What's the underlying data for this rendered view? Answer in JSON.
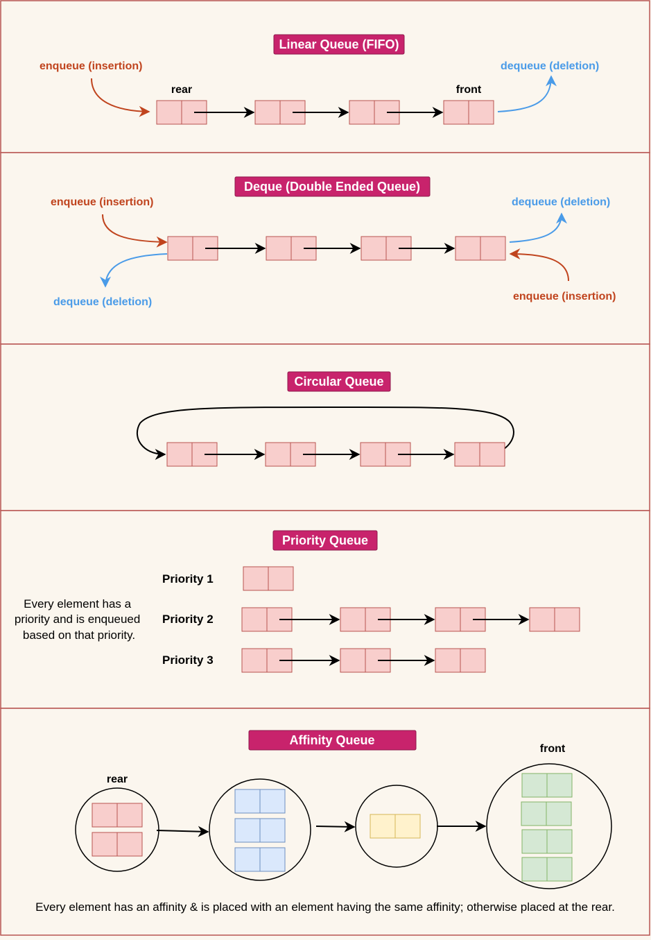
{
  "sections": {
    "linear": {
      "title": "Linear Queue (FIFO)",
      "enqueue_label": "enqueue (insertion)",
      "dequeue_label": "dequeue (deletion)",
      "rear_label": "rear",
      "front_label": "front"
    },
    "deque": {
      "title": "Deque (Double Ended Queue)",
      "enqueue_left_label": "enqueue (insertion)",
      "dequeue_right_label": "dequeue (deletion)",
      "dequeue_left_label": "dequeue (deletion)",
      "enqueue_right_label": "enqueue (insertion)"
    },
    "circular": {
      "title": "Circular Queue"
    },
    "priority": {
      "title": "Priority Queue",
      "rows": [
        "Priority 1",
        "Priority 2",
        "Priority 3"
      ],
      "description": [
        "Every element has a",
        "priority and is enqueued",
        "based on that priority."
      ]
    },
    "affinity": {
      "title": "Affinity Queue",
      "rear_label": "rear",
      "front_label": "front",
      "description": "Every element has an affinity & is placed with an element having the same affinity; otherwise placed at the rear."
    }
  },
  "colors": {
    "background": "#fbf6ee",
    "border": "#b85450",
    "title_fill": "#c8236c",
    "node_pink_fill": "#f8cecc",
    "node_pink_stroke": "#b85450",
    "node_blue_fill": "#dae8fc",
    "node_blue_stroke": "#6c8ebf",
    "node_yellow_fill": "#fff2cc",
    "node_yellow_stroke": "#d6b656",
    "node_green_fill": "#d5e8d4",
    "node_green_stroke": "#82b366",
    "red_arrow": "#c0441e",
    "blue_arrow": "#4a9be8"
  }
}
